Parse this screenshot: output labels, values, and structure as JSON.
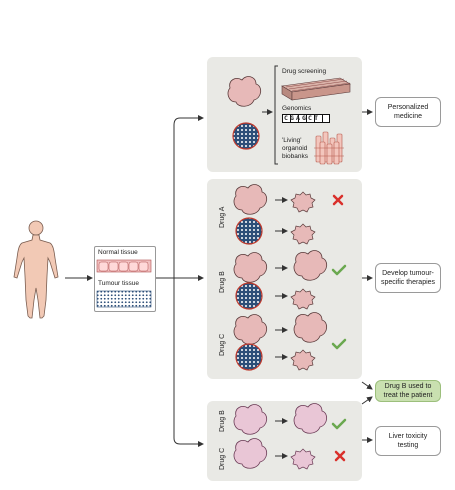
{
  "tissue": {
    "normal_label": "Normal tissue",
    "tumour_label": "Tumour tissue"
  },
  "personalized": {
    "drug_screening": "Drug screening",
    "genomics": "Genomics",
    "genomics_letters": "CGAGCT",
    "living_line1": "'Living'",
    "living_line2": "organoid",
    "living_line3": "biobanks",
    "outcome": "Personalized medicine"
  },
  "therapies": {
    "drug_a": "Drug A",
    "drug_b": "Drug B",
    "drug_c": "Drug C",
    "outcome": "Develop tumour-specific therapies"
  },
  "selected": {
    "text": "Drug B used to treat the patient"
  },
  "toxicity": {
    "drug_b": "Drug B",
    "drug_c": "Drug C",
    "outcome": "Liver toxicity testing"
  },
  "colors": {
    "organoid": "#e7b9b8",
    "organoid_edge": "#5a3a3a",
    "tumour_dots": "#2c4e78",
    "check": "#6aa84f",
    "cross": "#d9302b",
    "panel": "#e9e9e5",
    "green_box": "#c9e0b0"
  }
}
